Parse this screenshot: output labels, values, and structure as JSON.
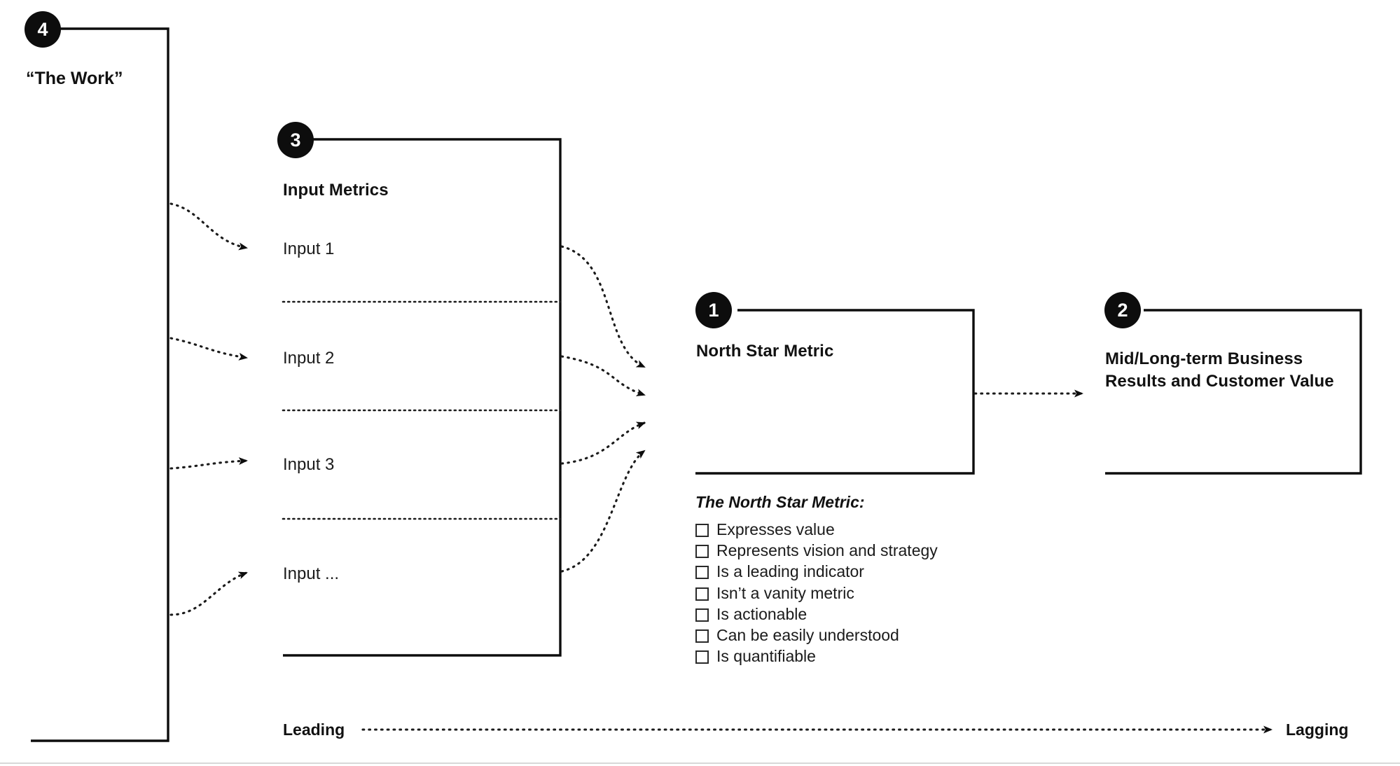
{
  "diagram": {
    "title_hidden": "",
    "badges": [
      {
        "id": "badge-1",
        "number": "1"
      },
      {
        "id": "badge-2",
        "number": "2"
      },
      {
        "id": "badge-3",
        "number": "3"
      },
      {
        "id": "badge-4",
        "number": "4"
      }
    ]
  },
  "work": {
    "badge_number": "4",
    "label": "“The Work”"
  },
  "input_metrics": {
    "badge_number": "3",
    "title": "Input Metrics",
    "rows": [
      {
        "label": "Input 1"
      },
      {
        "label": "Input 2"
      },
      {
        "label": "Input 3"
      },
      {
        "label": "Input ..."
      }
    ]
  },
  "north_star": {
    "badge_number": "1",
    "title": "North Star Metric",
    "checklist_title": "The North Star Metric:",
    "checklist": [
      "Expresses value",
      "Represents vision and strategy",
      "Is a leading indicator",
      "Isn’t a vanity metric",
      "Is actionable",
      "Can be easily understood",
      "Is quantifiable"
    ]
  },
  "business_results": {
    "badge_number": "2",
    "title": "Mid/Long-term Business\nResults and Customer Value"
  },
  "axis": {
    "left_label": "Leading",
    "right_label": "Lagging"
  },
  "colors": {
    "ink": "#0d0d0d",
    "text": "#1b1b1b",
    "badge_bg": "#0d0d0d",
    "badge_fg": "#ffffff",
    "background": "#ffffff"
  }
}
